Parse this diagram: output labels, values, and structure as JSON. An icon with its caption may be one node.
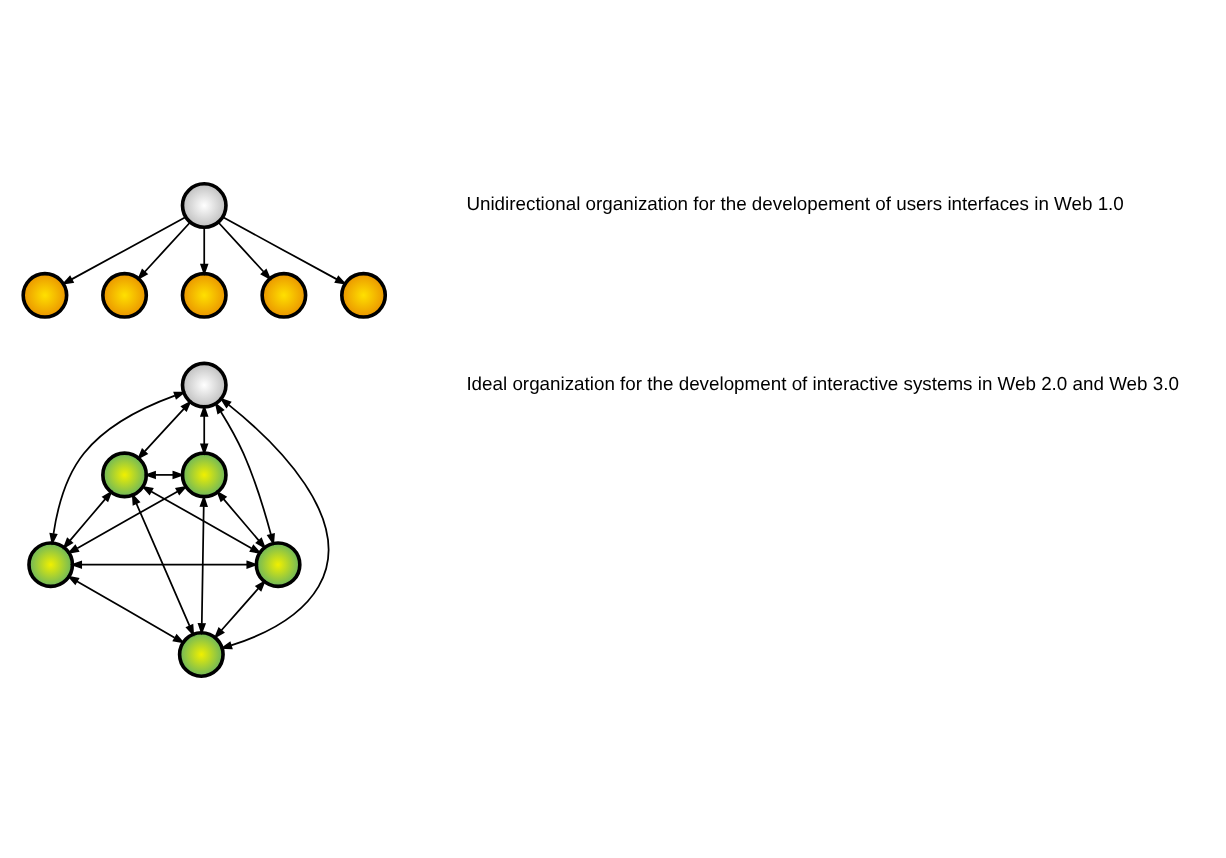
{
  "diagram": {
    "nodes": [
      {
        "text": [],
        "shape": "circle"
      },
      {
        "text": [],
        "shape": "circle"
      },
      {
        "text": [],
        "shape": "circle"
      },
      {
        "text": [],
        "shape": "circle"
      },
      {
        "text": [],
        "shape": "circle"
      },
      {
        "text": [],
        "shape": "circle"
      },
      {
        "text": [],
        "shape": "circle"
      },
      {
        "text": [],
        "shape": "circle"
      },
      {
        "text": [],
        "shape": "circle"
      },
      {
        "text": [],
        "shape": "circle"
      },
      {
        "text": [],
        "shape": "circle"
      },
      {
        "text": [],
        "shape": "circle"
      }
    ],
    "edges": [
      {
        "from": 0,
        "to": 1,
        "arrow": "to"
      },
      {
        "from": 0,
        "to": 2,
        "arrow": "to"
      },
      {
        "from": 0,
        "to": 3,
        "arrow": "to"
      },
      {
        "from": 0,
        "to": 4,
        "arrow": "to"
      },
      {
        "from": 0,
        "to": 5,
        "arrow": "to"
      },
      {
        "from": 6,
        "to": 7,
        "arrow": "both"
      },
      {
        "from": 6,
        "to": 8,
        "arrow": "both"
      },
      {
        "from": 6,
        "to": 9,
        "arrow": "both"
      },
      {
        "from": 6,
        "to": 10,
        "arrow": "both"
      },
      {
        "from": 6,
        "to": 11,
        "arrow": "both"
      },
      {
        "from": 7,
        "to": 8,
        "arrow": "both"
      },
      {
        "from": 7,
        "to": 9,
        "arrow": "both"
      },
      {
        "from": 7,
        "to": 10,
        "arrow": "both"
      },
      {
        "from": 7,
        "to": 11,
        "arrow": "both"
      },
      {
        "from": 8,
        "to": 9,
        "arrow": "both"
      },
      {
        "from": 8,
        "to": 10,
        "arrow": "both"
      },
      {
        "from": 8,
        "to": 11,
        "arrow": "both"
      },
      {
        "from": 9,
        "to": 10,
        "arrow": "both"
      },
      {
        "from": 9,
        "to": 11,
        "arrow": "both"
      },
      {
        "from": 10,
        "to": 11,
        "arrow": "both"
      }
    ],
    "labels": [
      "Unidirectional organization for the developement of users interfaces in Web 1.0",
      "Ideal organization for the development of interactive systems in Web 2.0 and Web 3.0"
    ]
  }
}
